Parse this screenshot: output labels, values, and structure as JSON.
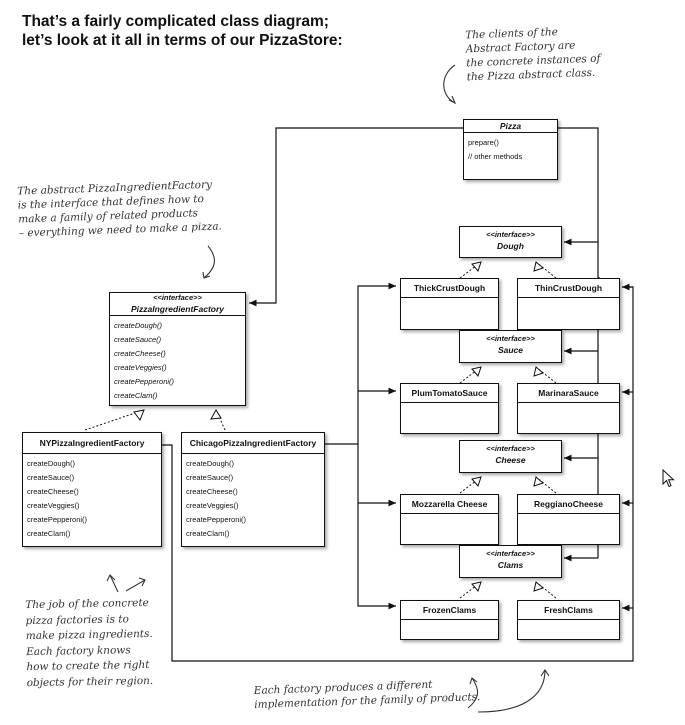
{
  "heading": "That’s a fairly complicated class diagram; let’s look at it all in terms of our PizzaStore:",
  "notes": {
    "clients": [
      "The clients of the",
      "Abstract Factory are",
      "the concrete instances of",
      "the Pizza abstract class."
    ],
    "abstract_factory": [
      "The abstract PizzaIngredientFactory",
      "is the interface that defines how to",
      "make a family of related products",
      "– everything we need to make a pizza."
    ],
    "concrete_factories": [
      "The job of the concrete",
      "pizza factories is to",
      "make pizza ingredients.",
      "Each factory knows",
      "how to create the right",
      "objects for their region."
    ],
    "family": [
      "Each factory produces a different",
      "implementation for the family of products."
    ]
  },
  "pizza": {
    "name": "Pizza",
    "members": [
      "prepare()",
      "// other methods"
    ]
  },
  "ingredient_factory": {
    "stereotype": "<<interface>>",
    "name": "PizzaIngredientFactory",
    "methods": [
      "createDough()",
      "createSauce()",
      "createCheese()",
      "createVeggies()",
      "createPepperoni()",
      "createClam()"
    ]
  },
  "ny_factory": {
    "name": "NYPizzaIngredientFactory",
    "methods": [
      "createDough()",
      "createSauce()",
      "createCheese()",
      "createVeggies()",
      "createPepperoni()",
      "createClam()"
    ]
  },
  "chicago_factory": {
    "name": "ChicagoPizzaIngredientFactory",
    "methods": [
      "createDough()",
      "createSauce()",
      "createCheese()",
      "createVeggies()",
      "createPepperoni()",
      "createClam()"
    ]
  },
  "products": [
    {
      "stereotype": "<<interface>>",
      "interface": "Dough",
      "left": "ThickCrustDough",
      "right": "ThinCrustDough"
    },
    {
      "stereotype": "<<interface>>",
      "interface": "Sauce",
      "left": "PlumTomatoSauce",
      "right": "MarinaraSauce"
    },
    {
      "stereotype": "<<interface>>",
      "interface": "Cheese",
      "left": "Mozzarella Cheese",
      "right": "ReggianoCheese"
    },
    {
      "stereotype": "<<interface>>",
      "interface": "Clams",
      "left": "FrozenClams",
      "right": "FreshClams"
    }
  ]
}
